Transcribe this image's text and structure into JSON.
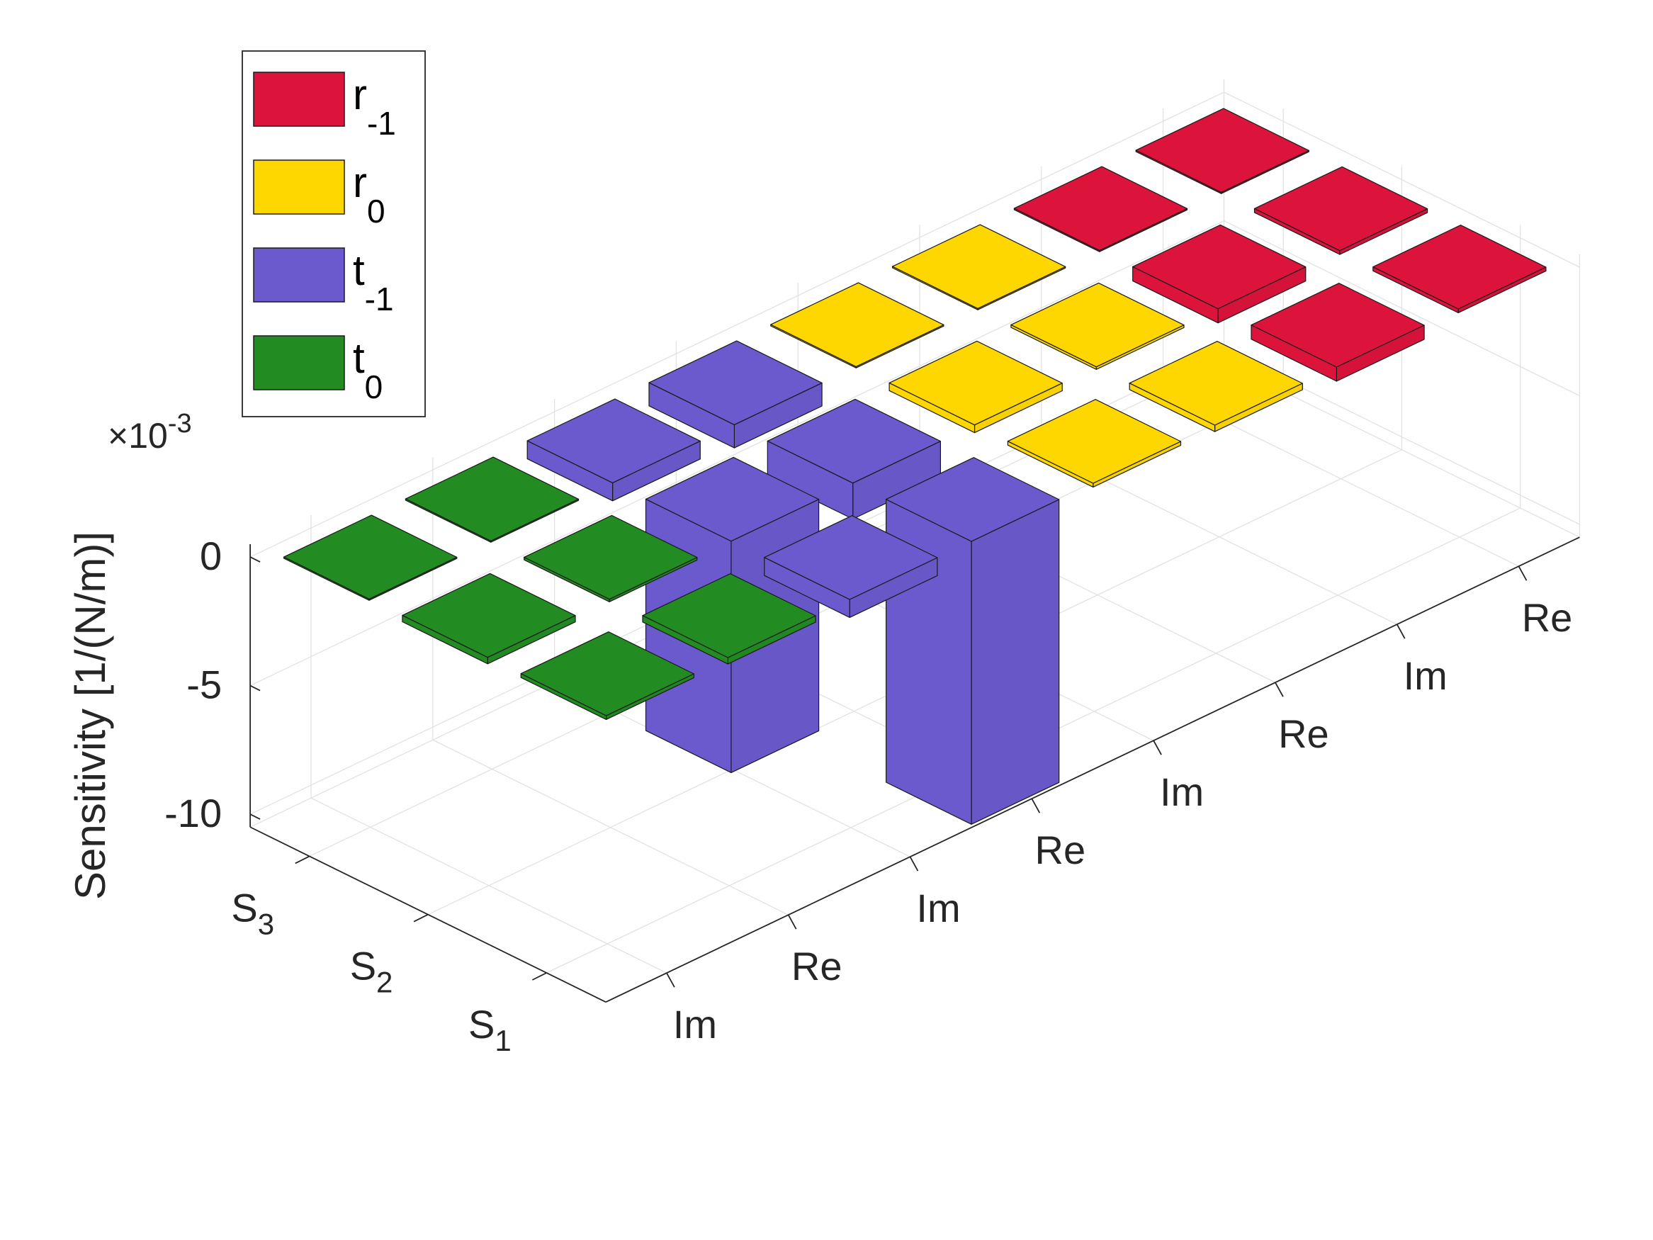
{
  "chart_data": {
    "type": "bar3d",
    "ylabel": "Sensitivity [1/(N/m)]",
    "z_exponent_label": "×10",
    "z_exponent": "-3",
    "z_ticks": [
      "0",
      "-5",
      "-10"
    ],
    "z_tick_values": [
      0,
      -5,
      -10
    ],
    "zlim": [
      -10.5,
      0.5
    ],
    "x_tick_labels": [
      "Im",
      "Re",
      "Im",
      "Re",
      "Im",
      "Re",
      "Im",
      "Re"
    ],
    "y_tick_labels": [
      {
        "base": "S",
        "sub": "1"
      },
      {
        "base": "S",
        "sub": "2"
      },
      {
        "base": "S",
        "sub": "3"
      }
    ],
    "legend": [
      {
        "base": "r",
        "sub": "-1",
        "color": "#DC143C"
      },
      {
        "base": "r",
        "sub": "0",
        "color": "#FFD700"
      },
      {
        "base": "t",
        "sub": "-1",
        "color": "#6A5ACD"
      },
      {
        "base": "t",
        "sub": "0",
        "color": "#228B22"
      }
    ],
    "legend_position": "top-left",
    "grid": true,
    "bars": [
      {
        "x": 1,
        "y": 1,
        "series": "t0",
        "value": -0.15
      },
      {
        "x": 2,
        "y": 1,
        "series": "t0",
        "value": -0.25
      },
      {
        "x": 3,
        "y": 1,
        "series": "t-1",
        "value": -0.7
      },
      {
        "x": 4,
        "y": 1,
        "series": "t-1",
        "value": -11.0
      },
      {
        "x": 5,
        "y": 1,
        "series": "r0",
        "value": -0.15
      },
      {
        "x": 6,
        "y": 1,
        "series": "r0",
        "value": -0.25
      },
      {
        "x": 7,
        "y": 1,
        "series": "r-1",
        "value": -0.55
      },
      {
        "x": 8,
        "y": 1,
        "series": "r-1",
        "value": -0.15
      },
      {
        "x": 1,
        "y": 2,
        "series": "t0",
        "value": -0.25
      },
      {
        "x": 2,
        "y": 2,
        "series": "t0",
        "value": -0.1
      },
      {
        "x": 3,
        "y": 2,
        "series": "t-1",
        "value": -9.0
      },
      {
        "x": 4,
        "y": 2,
        "series": "t-1",
        "value": -1.4
      },
      {
        "x": 5,
        "y": 2,
        "series": "r0",
        "value": -0.3
      },
      {
        "x": 6,
        "y": 2,
        "series": "r0",
        "value": -0.1
      },
      {
        "x": 7,
        "y": 2,
        "series": "r-1",
        "value": -0.55
      },
      {
        "x": 8,
        "y": 2,
        "series": "r-1",
        "value": -0.15
      },
      {
        "x": 1,
        "y": 3,
        "series": "t0",
        "value": -0.05
      },
      {
        "x": 2,
        "y": 3,
        "series": "t0",
        "value": -0.05
      },
      {
        "x": 3,
        "y": 3,
        "series": "t-1",
        "value": -0.7
      },
      {
        "x": 4,
        "y": 3,
        "series": "t-1",
        "value": -0.9
      },
      {
        "x": 5,
        "y": 3,
        "series": "r0",
        "value": -0.05
      },
      {
        "x": 6,
        "y": 3,
        "series": "r0",
        "value": -0.05
      },
      {
        "x": 7,
        "y": 3,
        "series": "r-1",
        "value": -0.05
      },
      {
        "x": 8,
        "y": 3,
        "series": "r-1",
        "value": -0.05
      }
    ]
  }
}
